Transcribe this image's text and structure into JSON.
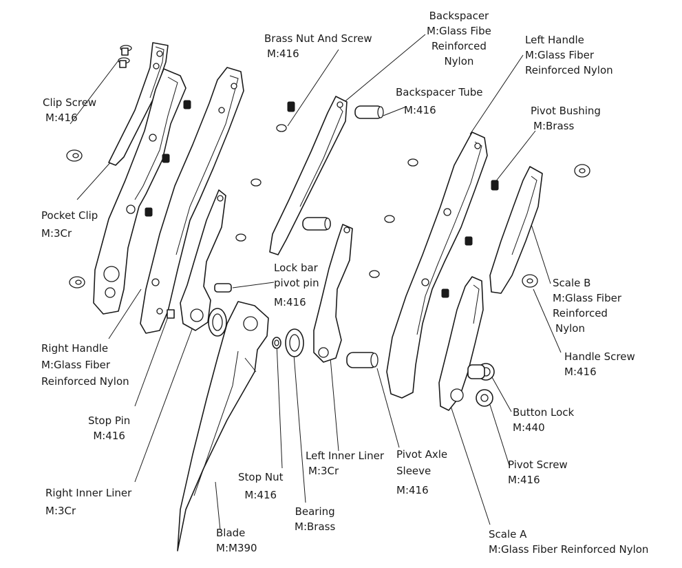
{
  "labels": {
    "clip_screw": {
      "name": "Clip Screw",
      "material": "M:416"
    },
    "pocket_clip": {
      "name": "Pocket Clip",
      "material": "M:3Cr"
    },
    "right_handle": {
      "name": "Right Handle",
      "material_1": "M:Glass Fiber",
      "material_2": "Reinforced Nylon"
    },
    "stop_pin": {
      "name": "Stop Pin",
      "material": "M:416"
    },
    "right_inner_liner": {
      "name": "Right Inner Liner",
      "material": "M:3Cr"
    },
    "blade": {
      "name": "Blade",
      "material": "M:M390"
    },
    "stop_nut": {
      "name": "Stop Nut",
      "material": "M:416"
    },
    "bearing": {
      "name": "Bearing",
      "material": "M:Brass"
    },
    "left_inner_liner": {
      "name": "Left Inner Liner",
      "material": "M:3Cr"
    },
    "pivot_axle_sleeve": {
      "name_1": "Pivot Axle",
      "name_2": "Sleeve",
      "material": "M:416"
    },
    "lock_bar_pivot_pin": {
      "name_1": "Lock bar",
      "name_2": "pivot pin",
      "material": "M:416"
    },
    "brass_nut_and_screw": {
      "name": "Brass Nut And Screw",
      "material": "M:416"
    },
    "backspacer": {
      "name": "Backspacer",
      "material_1": "M:Glass Fibe",
      "material_2": "Reinforced",
      "material_3": "Nylon"
    },
    "backspacer_tube": {
      "name": "Backspacer Tube",
      "material": "M:416"
    },
    "left_handle": {
      "name": "Left Handle",
      "material_1": "M:Glass Fiber",
      "material_2": "Reinforced Nylon"
    },
    "pivot_bushing": {
      "name": "Pivot Bushing",
      "material": "M:Brass"
    },
    "scale_b": {
      "name": "Scale B",
      "material_1": "M:Glass Fiber",
      "material_2": "Reinforced",
      "material_3": "Nylon"
    },
    "handle_screw": {
      "name": "Handle Screw",
      "material": "M:416"
    },
    "button_lock": {
      "name": "Button Lock",
      "material": "M:440"
    },
    "pivot_screw": {
      "name": "Pivot Screw",
      "material": "M:416"
    },
    "scale_a": {
      "name": "Scale A",
      "material": "M:Glass Fiber Reinforced Nylon"
    }
  }
}
